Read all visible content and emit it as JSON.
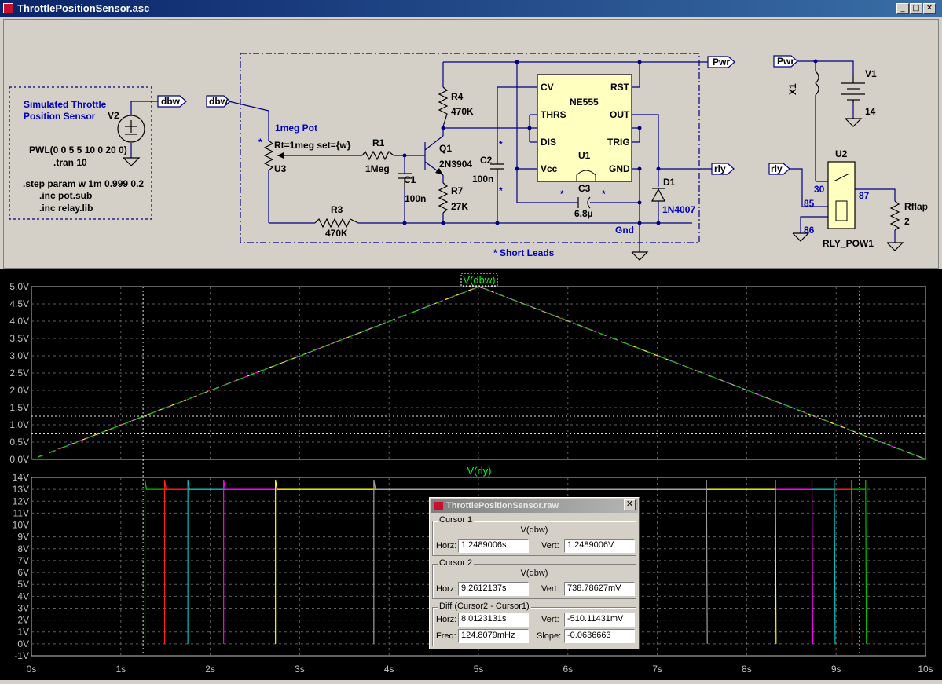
{
  "window": {
    "title": "ThrottlePositionSensor.asc",
    "min": "_",
    "max": "□",
    "close": "✕"
  },
  "schematic": {
    "comment1": "Simulated Throttle",
    "comment2": "Position Sensor",
    "v2": "V2",
    "v2_value": "PWL(0 0 5 5 10 0 20 0)",
    "tran": ".tran 10",
    "step": ".step param w 1m 0.999 0.2",
    "inc1": ".inc pot.sub",
    "inc2": ".inc relay.lib",
    "dbw1": "dbw",
    "dbw2": "dbw",
    "pot_label": "1meg Pot",
    "rt": "Rt=1meg set={w}",
    "u3": "U3",
    "r1": "R1",
    "r1v": "1Meg",
    "c1": "C1",
    "c1v": "100n",
    "r3": "R3",
    "r3v": "470K",
    "r4": "R4",
    "r4v": "470K",
    "q1": "Q1",
    "q1v": "2N3904",
    "r7": "R7",
    "r7v": "27K",
    "c2": "C2",
    "c2v": "100n",
    "ne555": "NE555",
    "cv": "CV",
    "rst": "RST",
    "thrs": "THRS",
    "out": "OUT",
    "dis": "DIS",
    "trig": "TRIG",
    "u1": "U1",
    "vcc": "Vcc",
    "gnd_pin": "GND",
    "c3": "C3",
    "c3v": "6.8µ",
    "d1": "D1",
    "d1v": "1N4007",
    "gnd": "Gnd",
    "pwr1": "Pwr",
    "pwr2": "Pwr",
    "rly1": "rly",
    "rly2": "rly",
    "short": "* Short Leads",
    "star": "*",
    "x1": "X1",
    "v1": "V1",
    "v1v": "14",
    "u2": "U2",
    "p30": "30",
    "p87": "87",
    "p85": "85",
    "p86": "86",
    "relay": "RLY_POW1",
    "rflap": "Rflap",
    "rflapv": "2"
  },
  "plot1": {
    "label": "V(dbw)",
    "yticks": [
      "5.0V",
      "4.5V",
      "4.0V",
      "3.5V",
      "3.0V",
      "2.5V",
      "2.0V",
      "1.5V",
      "1.0V",
      "0.5V",
      "0.0V"
    ]
  },
  "plot2": {
    "label": "V(rly)",
    "yticks": [
      "14V",
      "13V",
      "12V",
      "11V",
      "10V",
      "9V",
      "8V",
      "7V",
      "6V",
      "5V",
      "4V",
      "3V",
      "2V",
      "1V",
      "0V",
      "-1V"
    ]
  },
  "xticks": [
    "0s",
    "1s",
    "2s",
    "3s",
    "4s",
    "5s",
    "6s",
    "7s",
    "8s",
    "9s",
    "10s"
  ],
  "chart_data": [
    {
      "type": "line",
      "title": "V(dbw)",
      "xlabel": "",
      "ylabel": "",
      "xlim": [
        0,
        10
      ],
      "ylim": [
        0,
        5
      ],
      "grid": true,
      "series": [
        {
          "name": "V(dbw)",
          "x": [
            0,
            5,
            10
          ],
          "y": [
            0,
            5,
            0
          ]
        }
      ],
      "cursors": {
        "x1": 1.2489006,
        "y1": 1.2489006,
        "x2": 9.2612137,
        "y2": 0.73878627
      }
    },
    {
      "type": "line",
      "title": "V(rly)",
      "xlabel": "",
      "ylabel": "",
      "xlim": [
        0,
        10
      ],
      "ylim": [
        -1,
        14
      ],
      "grid": true,
      "series": [
        {
          "color": "#00c000",
          "on": 1.27,
          "off": 9.33
        },
        {
          "color": "#ff2020",
          "on": 1.49,
          "off": 9.17
        },
        {
          "color": "#00c0c0",
          "on": 1.75,
          "off": 8.98
        },
        {
          "color": "#ff00ff",
          "on": 2.15,
          "off": 8.73
        },
        {
          "color": "#ffff00",
          "on": 2.73,
          "off": 8.32
        },
        {
          "color": "#a0a0a0",
          "on": 3.83,
          "off": 7.55
        }
      ],
      "high": 13.0
    }
  ],
  "cursor_window": {
    "title": "ThrottlePositionSensor.raw",
    "close": "✕",
    "cursor1": {
      "label": "Cursor 1",
      "signal": "V(dbw)",
      "horz_label": "Horz:",
      "horz": "1.2489006s",
      "vert_label": "Vert:",
      "vert": "1.2489006V"
    },
    "cursor2": {
      "label": "Cursor 2",
      "signal": "V(dbw)",
      "horz_label": "Horz:",
      "horz": "9.2612137s",
      "vert_label": "Vert:",
      "vert": "738.78627mV"
    },
    "diff": {
      "label": "Diff (Cursor2 - Cursor1)",
      "horz_label": "Horz:",
      "horz": "8.0123131s",
      "vert_label": "Vert:",
      "vert": "-510.11431mV",
      "freq_label": "Freq:",
      "freq": "124.8079mHz",
      "slope_label": "Slope:",
      "slope": "-0.0636663"
    }
  },
  "colors": {
    "wire": "#000080",
    "comp": "#000000",
    "net": "#0000c0",
    "grid": "#606060",
    "axis": "#c0c0c0",
    "label": "#00ff00"
  }
}
